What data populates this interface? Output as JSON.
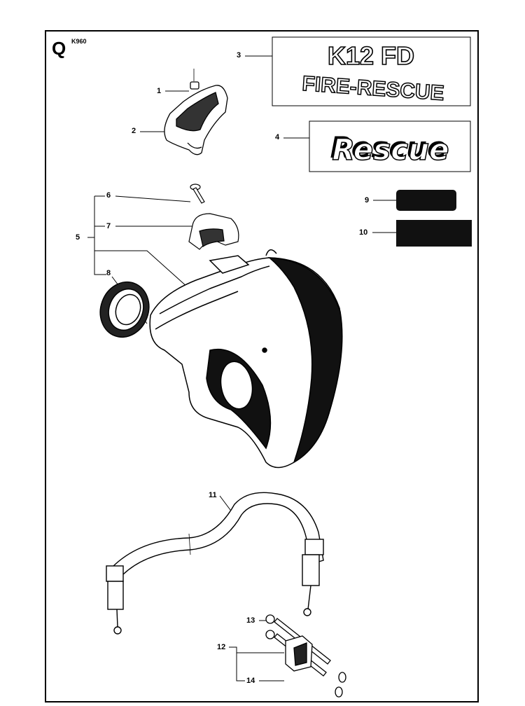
{
  "header": {
    "section_letter": "Q",
    "model": "K960"
  },
  "decals": {
    "k12_line1": "K12 FD",
    "k12_line2": "FIRE-RESCUE",
    "rescue": "Rescue"
  },
  "callouts": [
    {
      "id": "1",
      "label": "1"
    },
    {
      "id": "2",
      "label": "2"
    },
    {
      "id": "3",
      "label": "3"
    },
    {
      "id": "4",
      "label": "4"
    },
    {
      "id": "5",
      "label": "5"
    },
    {
      "id": "6",
      "label": "6"
    },
    {
      "id": "7",
      "label": "7"
    },
    {
      "id": "8",
      "label": "8"
    },
    {
      "id": "9",
      "label": "9"
    },
    {
      "id": "10",
      "label": "10"
    },
    {
      "id": "11",
      "label": "11"
    },
    {
      "id": "12",
      "label": "12"
    },
    {
      "id": "13",
      "label": "13"
    },
    {
      "id": "14",
      "label": "14"
    }
  ],
  "colors": {
    "ink": "#000000",
    "paper": "#ffffff",
    "shade": "#1a1a1a"
  }
}
